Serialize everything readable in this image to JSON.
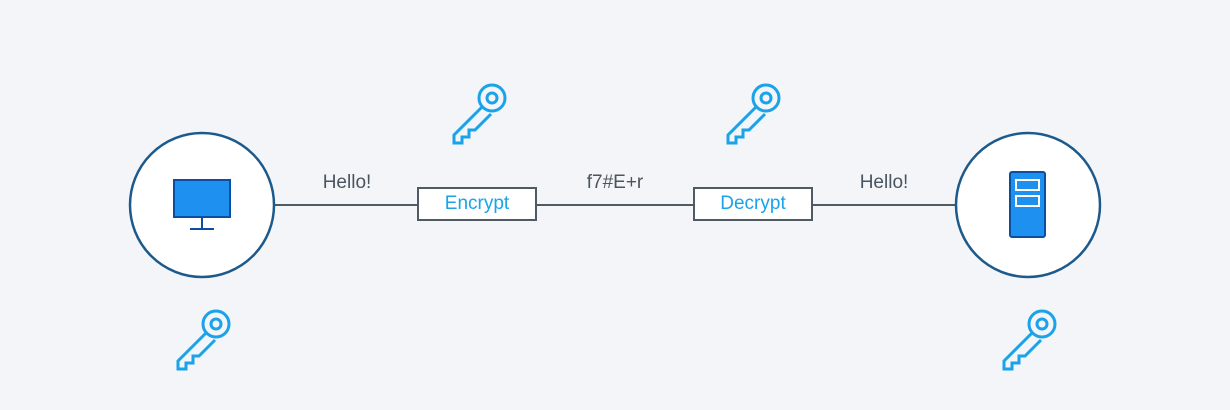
{
  "colors": {
    "background": "#f3f5f8",
    "line": "#4f5a63",
    "circle_stroke": "#1d5a8c",
    "accent": "#1aa3e8",
    "device_fill": "#1e90f0",
    "device_stroke": "#0a4fa0",
    "text": "#4a5560"
  },
  "icons": {
    "client": "desktop-monitor-icon",
    "server": "server-icon",
    "key": "key-icon"
  },
  "steps": {
    "plaintext_in": "Hello!",
    "encrypt": "Encrypt",
    "ciphertext": "f7#E+r",
    "decrypt": "Decrypt",
    "plaintext_out": "Hello!"
  }
}
